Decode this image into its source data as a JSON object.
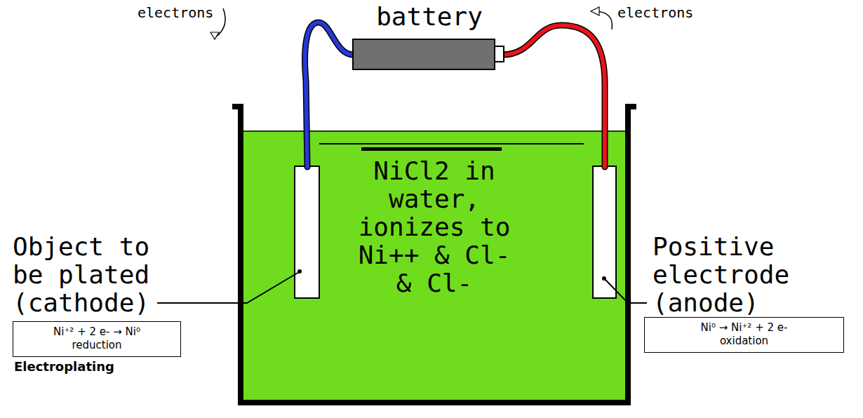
{
  "diagram": {
    "title": "Electroplating",
    "nodes": [
      {
        "text": [
          "NiCl2 in water, ionizes to Ni++ & Cl- & Cl-"
        ]
      },
      {
        "text": [
          "Ni⁺² + 2 e- → Ni⁰",
          "reduction"
        ]
      },
      {
        "text": [
          "Ni⁰ → Ni⁺² + 2 e-",
          "oxidation"
        ]
      }
    ],
    "labels": [
      "battery",
      "electrons",
      "electrons",
      "Object to be plated (cathode)",
      "Positive electrode (anode)"
    ]
  }
}
